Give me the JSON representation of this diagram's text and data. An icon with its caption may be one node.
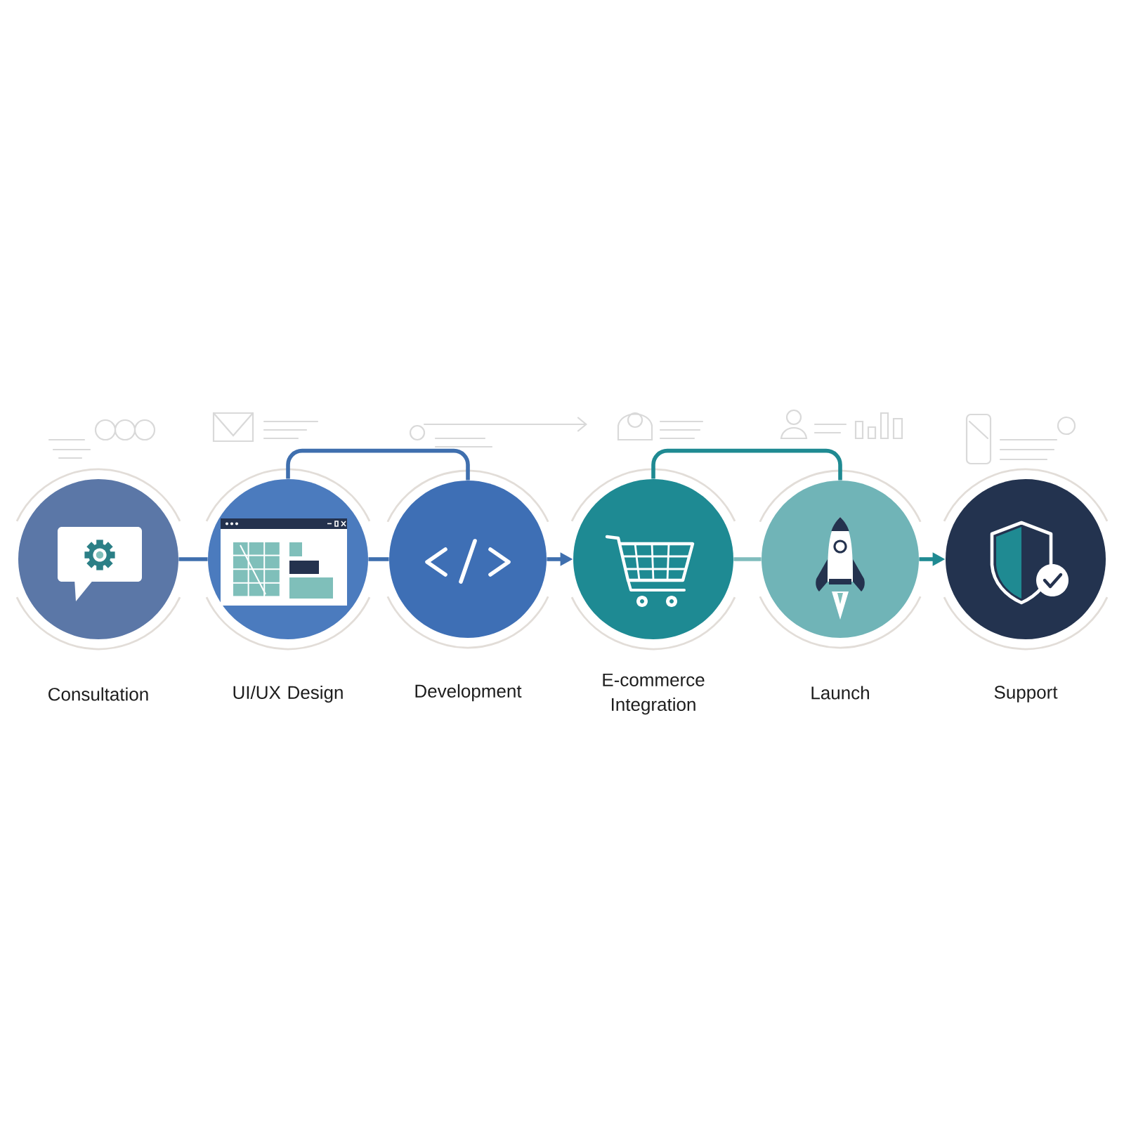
{
  "diagram": {
    "nodes": [
      {
        "text": [
          "Consultation"
        ]
      },
      {
        "text": [
          "UI/UX Design"
        ]
      },
      {
        "text": [
          "Development"
        ]
      },
      {
        "text": [
          "E-commerce Integration"
        ]
      },
      {
        "text": [
          "Launch"
        ]
      },
      {
        "text": [
          "Support"
        ]
      }
    ],
    "edges": [
      {
        "from": 0,
        "to": 1,
        "arrow": "none"
      },
      {
        "from": 1,
        "to": 2,
        "arrow": "none"
      },
      {
        "from": 2,
        "to": 3,
        "arrow": "to"
      },
      {
        "from": 3,
        "to": 4,
        "arrow": "none",
        "color": "#7fbcbd"
      },
      {
        "from": 4,
        "to": 5,
        "arrow": "to",
        "color": "#1f8a92"
      },
      {
        "from": 1,
        "to": 2,
        "arrow": "none"
      },
      {
        "from": 3,
        "to": 4,
        "arrow": "none",
        "color": "#1f8a92"
      }
    ]
  }
}
